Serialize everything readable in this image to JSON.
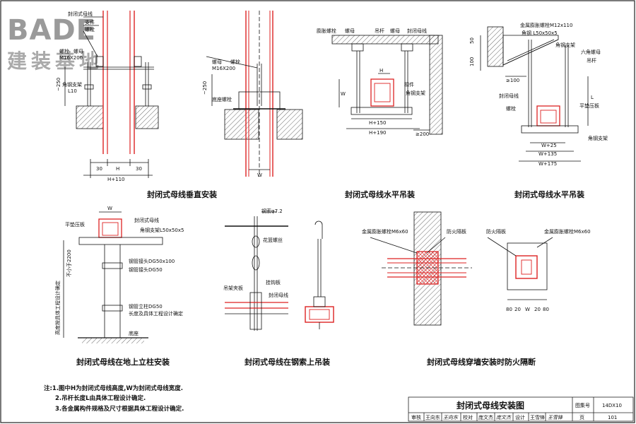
{
  "logo": {
    "brand": "BADE",
    "cn": "建装基地"
  },
  "views": {
    "v1": {
      "caption": "封闭式母线垂直安装",
      "labels": {
        "busbar": "封闭式母线",
        "support": "支件",
        "bolt": "螺栓",
        "bolt_size": "M16X200",
        "bolt2": "螺栓",
        "nut": "螺母",
        "angle": "角钢支架",
        "angle_size": "L10",
        "dim_250": "~250"
      },
      "dims": {
        "d30a": "30",
        "dH": "H",
        "d30b": "30",
        "dH110": "H+110"
      }
    },
    "v2": {
      "labels": {
        "nut": "螺母",
        "bolt": "螺栓",
        "bolt_size": "M16X200",
        "base": "底座螺栓",
        "dim_250": "~250"
      },
      "dims": {
        "dW": "W"
      }
    },
    "v3": {
      "caption": "封闭式母线水平吊装",
      "labels": {
        "anchor": "膨胀螺栓",
        "bolt": "螺母",
        "rod": "吊杆",
        "bolt2": "螺母",
        "busbar": "封闭母线",
        "clip": "扣件",
        "angle": "角钢支架",
        "dH": "H",
        "dW": "W"
      },
      "dims": {
        "dH150": "H+150",
        "dH190": "H+190",
        "d200": "≥200"
      }
    },
    "v4": {
      "caption": "封闭式母线水平吊装",
      "labels": {
        "anchor": "金属膨胀螺栓M12x110",
        "angle": "角钢 L50x50x5",
        "brace": "角钢支架",
        "hexnut": "六角螺母",
        "rod": "吊杆",
        "busbar": "封闭母线",
        "bolt": "螺栓",
        "plate": "平垫压板",
        "angle2": "角钢支架",
        "dL": "L"
      },
      "dims": {
        "d50": "50",
        "d100v": "100",
        "d100h": "≥100",
        "dW25": "W+25",
        "dW135": "W+135",
        "dW175": "W+175"
      }
    },
    "v5": {
      "caption": "封闭式母线在地上立柱安装",
      "labels": {
        "plate": "平垫压板",
        "busbar": "封闭式母线",
        "angle": "角钢支架L50x50x5",
        "pipe": "钢管接头DG50x100",
        "joint": "钢管接头DG50",
        "column": "钢管立柱DG50",
        "note": "长度及具体工程设计确定",
        "base": "底座",
        "vert1": "高度按具体工程设计确定",
        "vert2": "不小于2200",
        "dW": "W"
      }
    },
    "v6": {
      "caption": "封闭式母线在钢索上吊装",
      "labels": {
        "cable": "钢索φ7.2",
        "turnbuckle": "花篮螺丝",
        "hanger": "吊架夹板",
        "hook": "挂钩板",
        "busbar": "封闭母线"
      }
    },
    "v7": {
      "caption": "封闭式母线穿墙安装时防火隔断",
      "labels": {
        "anchor_l": "金属膨胀螺栓M6x60",
        "fire_l": "防火隔板",
        "fire_r": "防火隔板",
        "anchor_r": "金属膨胀螺栓M6x60"
      },
      "dims": {
        "d80a": "80",
        "d20a": "20",
        "dW": "W",
        "d20b": "20",
        "d80b": "80"
      }
    }
  },
  "notes": {
    "n1": "注:1.图中H为封闭式母线高度,W为封闭式母线宽度.",
    "n2": "2.吊杆长度L由具体工程设计确定.",
    "n3": "3.各金属构件规格及尺寸根据具体工程设计确定."
  },
  "title_block": {
    "title": "封闭式母线安装图",
    "atlas_label": "图集号",
    "atlas_no": "14DX10",
    "row": [
      "审核",
      "王向东",
      "王向东",
      "校对",
      "庞文杰",
      "庞文杰",
      "设计",
      "王雪锋",
      "王雪锋",
      "页",
      "101"
    ]
  }
}
